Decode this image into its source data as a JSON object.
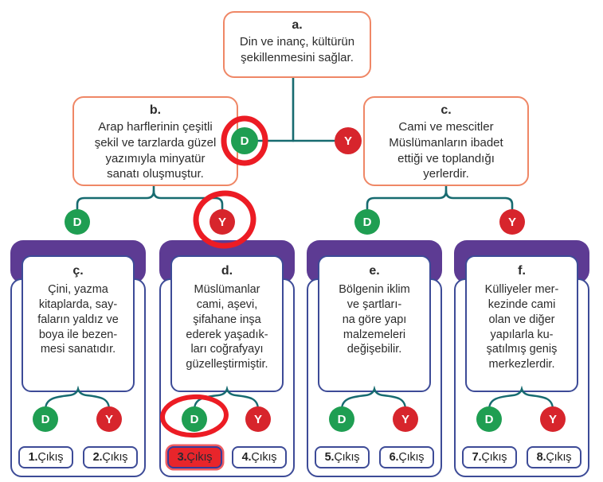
{
  "root": {
    "label": "a.",
    "text": "Din ve inanç, kültürün\nşekillenmesini sağlar."
  },
  "level2": {
    "b": {
      "label": "b.",
      "text": "Arap harflerinin çeşitli\nşekil ve tarzlarda güzel\nyazımıyla minyatür\nsanatı oluşmuştur."
    },
    "c": {
      "label": "c.",
      "text": "Cami ve mescitler\nMüslümanların ibadet\nettiği ve toplandığı\nyerlerdir."
    }
  },
  "choice": {
    "dogru": "D",
    "yanlis": "Y"
  },
  "columns": [
    {
      "label": "ç.",
      "text": "Çini, yazma\nkitaplarda, say-\nfaların yaldız ve\nboya ile bezen-\nmesi sanatıdır.",
      "exit_d": {
        "num": "1.",
        "word": "Çıkış"
      },
      "exit_y": {
        "num": "2.",
        "word": "Çıkış"
      }
    },
    {
      "label": "d.",
      "text": "Müslümanlar\ncami, aşevi,\nşifahane inşa\nederek yaşadık-\nları coğrafyayı\ngüzelleştirmiştir.",
      "exit_d": {
        "num": "3.",
        "word": "Çıkış"
      },
      "exit_y": {
        "num": "4.",
        "word": "Çıkış"
      }
    },
    {
      "label": "e.",
      "text": "Bölgenin iklim\nve şartları-\nna göre yapı\nmalzemeleri\ndeğişebilir.",
      "exit_d": {
        "num": "5.",
        "word": "Çıkış"
      },
      "exit_y": {
        "num": "6.",
        "word": "Çıkış"
      }
    },
    {
      "label": "f.",
      "text": "Külliyeler mer-\nkezinde cami\nolan ve diğer\nyapılarla ku-\nşatılmış geniş\nmerkezlerdir.",
      "exit_d": {
        "num": "7.",
        "word": "Çıkış"
      },
      "exit_y": {
        "num": "8.",
        "word": "Çıkış"
      }
    }
  ],
  "annotations": {
    "style": "red pen marks",
    "circled_choices": [
      "a→D",
      "b→Y",
      "d→D"
    ],
    "highlighted_exit": "3.Çıkış"
  },
  "colors": {
    "salmon_border": "#ef8766",
    "teal_line": "#176b70",
    "green_circle": "#1f9e52",
    "red_circle": "#d7252c",
    "purple_header": "#5d3b93",
    "navy_border": "#3d4b97",
    "annotation_red": "#ec1c24",
    "answer_fill": "#e8252b"
  }
}
